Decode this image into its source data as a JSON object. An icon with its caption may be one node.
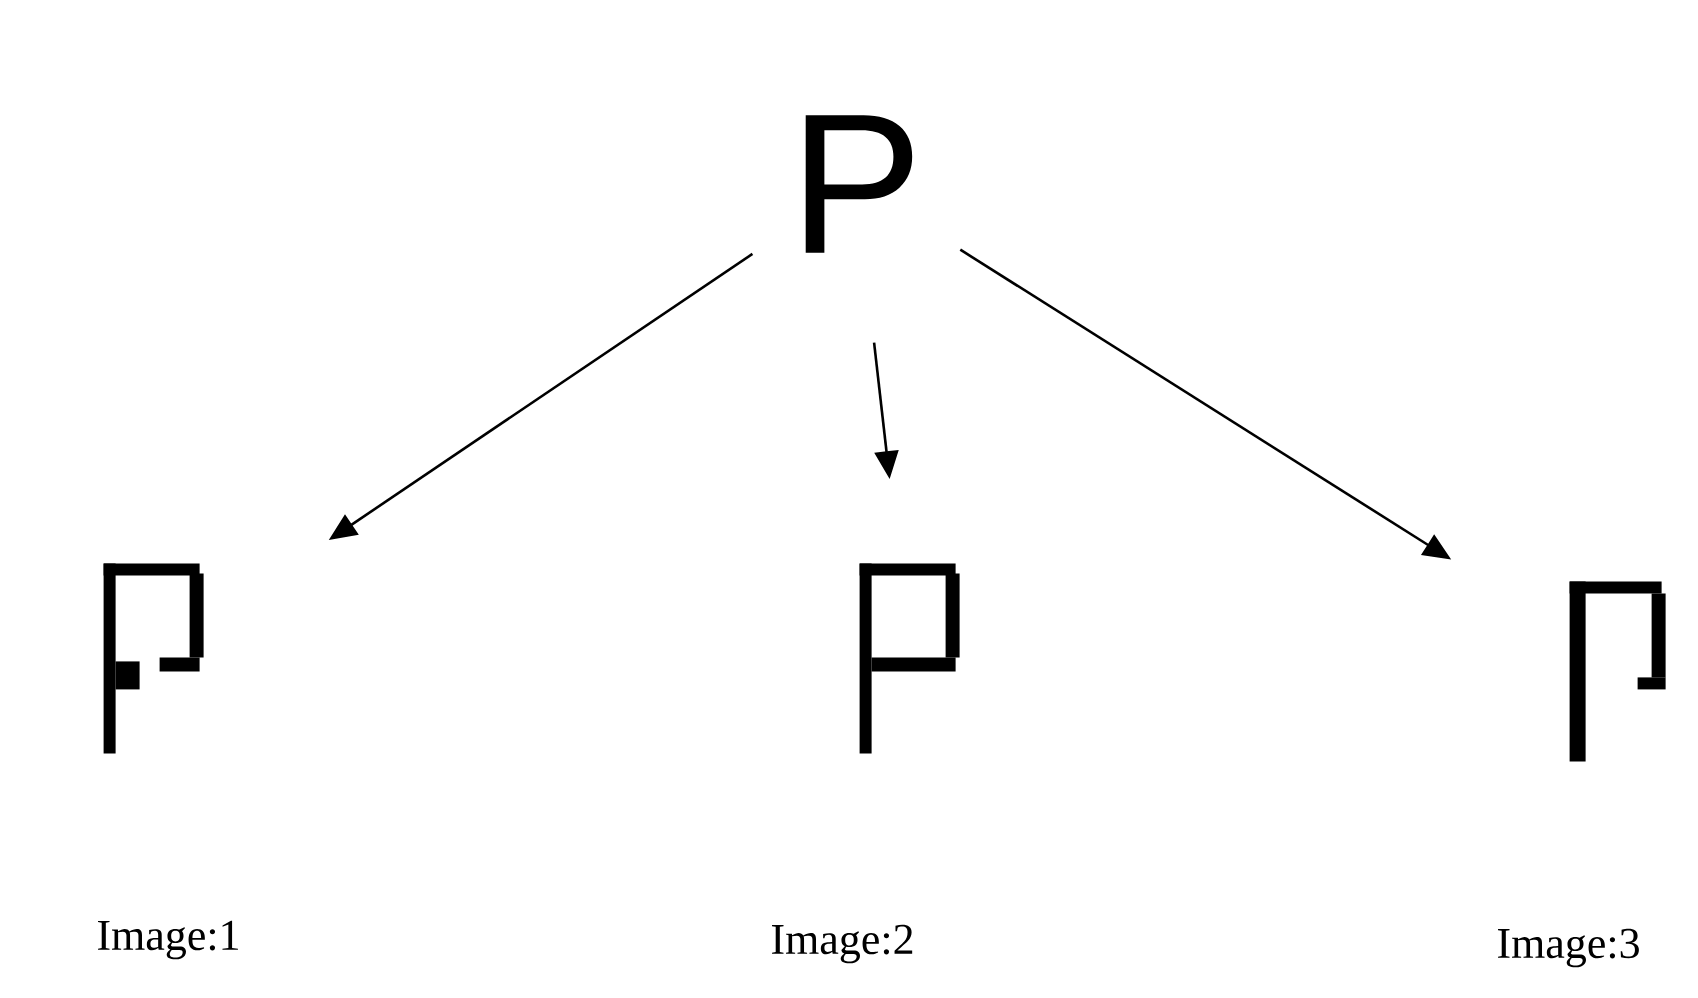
{
  "diagram": {
    "nodes": [
      {
        "text": [
          "P"
        ]
      },
      {
        "text": [],
        "shape": "picture",
        "beside": [
          "Image:1"
        ]
      },
      {
        "text": [],
        "shape": "picture",
        "beside": [
          "Image:2"
        ]
      },
      {
        "text": [],
        "shape": "picture",
        "beside": [
          "Image:3"
        ]
      }
    ],
    "edges": [
      {
        "from": 0,
        "to": 1,
        "arrow": "to"
      },
      {
        "from": 0,
        "to": 2,
        "arrow": "to"
      },
      {
        "from": 0,
        "to": 3,
        "arrow": "to"
      }
    ]
  }
}
